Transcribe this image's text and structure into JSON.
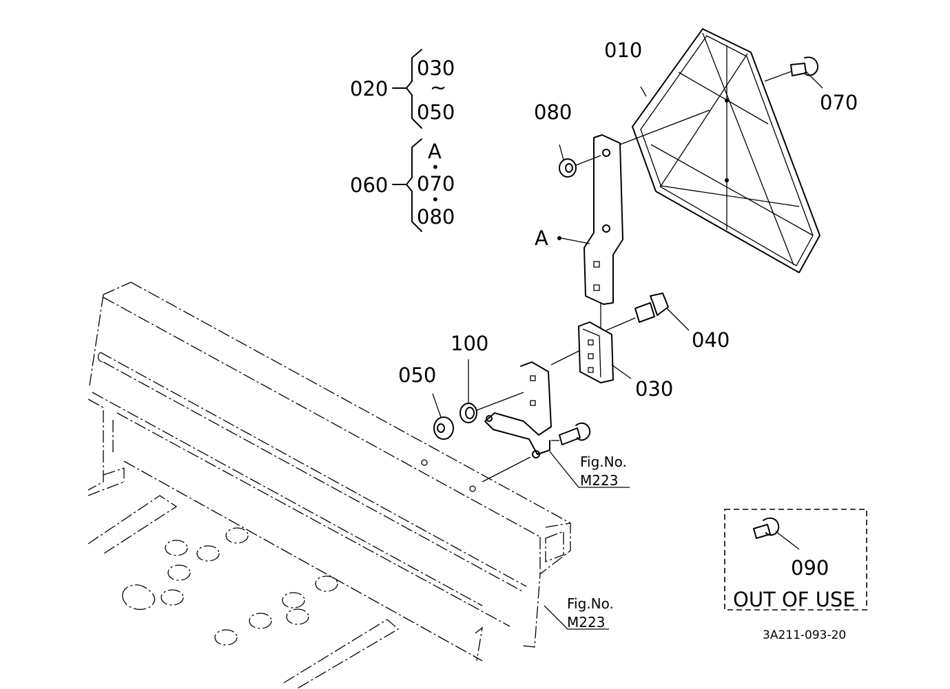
{
  "callouts": {
    "p010": "010",
    "p020": "020",
    "p030_group": "030",
    "p050_group": "050",
    "tilde": "~",
    "p060": "060",
    "a_group": "A",
    "p070_group": "070",
    "p080_group": "080",
    "dot1": "•",
    "dot2": "•",
    "p080": "080",
    "p070": "070",
    "a_label": "A",
    "p040": "040",
    "p030": "030",
    "p100": "100",
    "p050": "050",
    "p090": "090"
  },
  "references": {
    "fig_no_1": "Fig.No.",
    "m223_1": "M223",
    "fig_no_2": "Fig.No.",
    "m223_2": "M223"
  },
  "out_of_use": "OUT OF USE",
  "drawing_code": "3A211-093-20",
  "colors": {
    "line": "#000000",
    "background": "#ffffff"
  }
}
